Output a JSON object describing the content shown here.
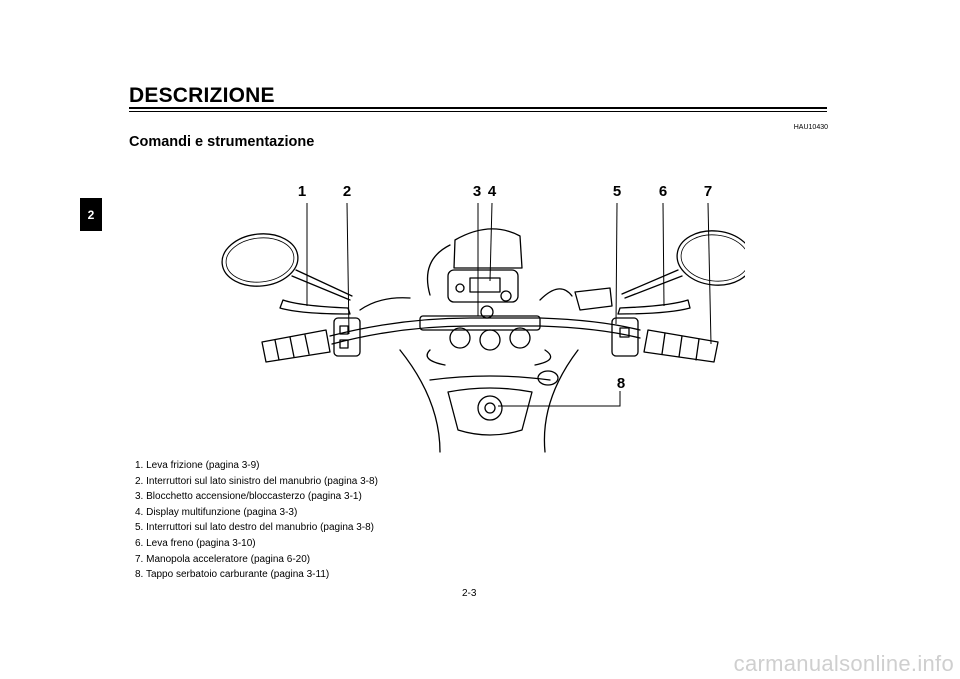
{
  "page": {
    "section_title": "DESCRIZIONE",
    "chapter_tab": "2",
    "code": "HAU10430",
    "subtitle": "Comandi e strumentazione",
    "page_number": "2-3",
    "watermark": "carmanualsonline.info"
  },
  "figure": {
    "callouts": [
      "1",
      "2",
      "3",
      "4",
      "5",
      "6",
      "7",
      "8"
    ]
  },
  "legend": [
    "1.  Leva frizione (pagina 3-9)",
    "2.  Interruttori sul lato sinistro del manubrio (pagina 3-8)",
    "3.  Blocchetto accensione/bloccasterzo (pagina 3-1)",
    "4.  Display multifunzione (pagina 3-3)",
    "5.  Interruttori sul lato destro del manubrio (pagina 3-8)",
    "6.  Leva freno (pagina 3-10)",
    "7.  Manopola acceleratore (pagina 6-20)",
    "8.  Tappo serbatoio carburante (pagina 3-11)"
  ]
}
